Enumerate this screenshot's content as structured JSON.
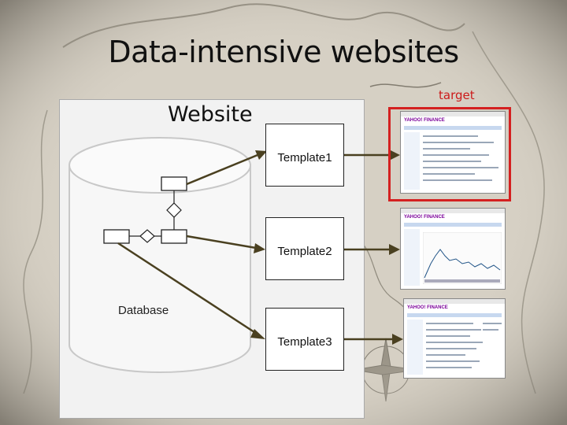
{
  "slide": {
    "title": "Data-intensive websites"
  },
  "website": {
    "label": "Website"
  },
  "database": {
    "label": "Database"
  },
  "templates": [
    {
      "label": "Template1"
    },
    {
      "label": "Template2"
    },
    {
      "label": "Template3"
    }
  ],
  "target": {
    "label": "target",
    "color": "#d42020"
  },
  "screenshots": [
    {
      "logo_text": "YAHOO! FINANCE"
    },
    {
      "logo_text": "YAHOO! FINANCE"
    },
    {
      "logo_text": "YAHOO! FINANCE"
    }
  ],
  "colors": {
    "arrow": "#4a4020",
    "background": "#d6d0c4",
    "panel": "#f2f2f2"
  }
}
